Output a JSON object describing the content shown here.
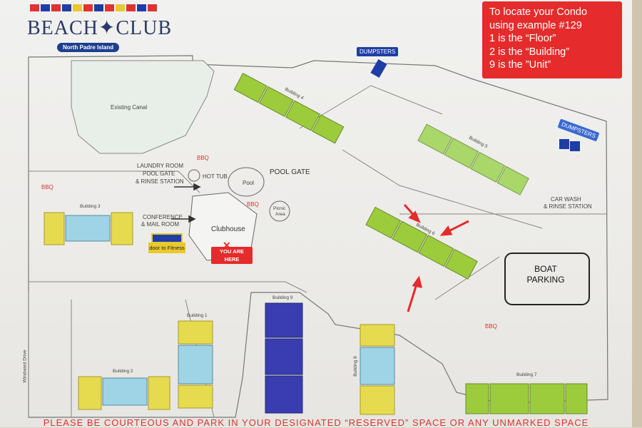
{
  "logo": {
    "title": "BEACH✦CLUB",
    "subtitle": "North Padre Island",
    "flag_colors": [
      "#d33",
      "#1e3ea6",
      "#d33",
      "#1e3ea6",
      "#e9c92b",
      "#d33",
      "#1e3ea6",
      "#d33",
      "#e9c92b",
      "#d33",
      "#1e3ea6",
      "#d33"
    ]
  },
  "info_box": {
    "lines": [
      "To locate your Condo",
      "using example #129",
      "1 is the “Floor”",
      "2 is the “Building”",
      "9 is the ”Unit”"
    ]
  },
  "labels": {
    "existing_canal": "Existing Canal",
    "laundry": "LAUNDRY ROOM",
    "pool_gate_rinse": "POOL GATE",
    "rinse_station": "& RINSE STATION",
    "hot_tub": "HOT TUB",
    "pool": "Pool",
    "pool_gate": "POOL GATE",
    "picnic": "Picnic",
    "picnic_area": "Area",
    "conference": "CONFERENCE",
    "mail_room": "& MAIL ROOM",
    "clubhouse": "Clubhouse",
    "you_are_here_1": "YOU ARE",
    "you_are_here_2": "HERE",
    "door_fitness": "door to Fitness",
    "car_wash": "CAR WASH",
    "car_rinse": "& RINSE STATION",
    "boat_1": "BOAT",
    "boat_2": "PARKING",
    "windward": "Windward Drive",
    "dumpsters_top": "DUMPSTERS",
    "dumpsters_right": "DUMPSTERS",
    "bbq": "BBQ",
    "bottom_note": "PLEASE BE COURTEOUS AND PARK IN YOUR DESIGNATED “RESERVED” SPACE OR ANY UNMARKED SPACE"
  },
  "buildings": [
    {
      "name": "Building 1",
      "color": "#e6db4e"
    },
    {
      "name": "Building 2",
      "color": "#e6db4e"
    },
    {
      "name": "Building 3",
      "color": "#e6db4e"
    },
    {
      "name": "Building 4",
      "color": "#9ccc3c"
    },
    {
      "name": "Building 5",
      "color": "#a9d76a"
    },
    {
      "name": "Building 6",
      "color": "#9ccc3c"
    },
    {
      "name": "Building 7",
      "color": "#9ccc3c"
    },
    {
      "name": "Building 8",
      "color": "#e6db4e"
    },
    {
      "name": "Building 9",
      "color": "#3a3db0"
    }
  ],
  "colors": {
    "accent_red": "#e52b2b",
    "navy": "#1e3ea6",
    "light_blue": "#9fd3e6"
  }
}
